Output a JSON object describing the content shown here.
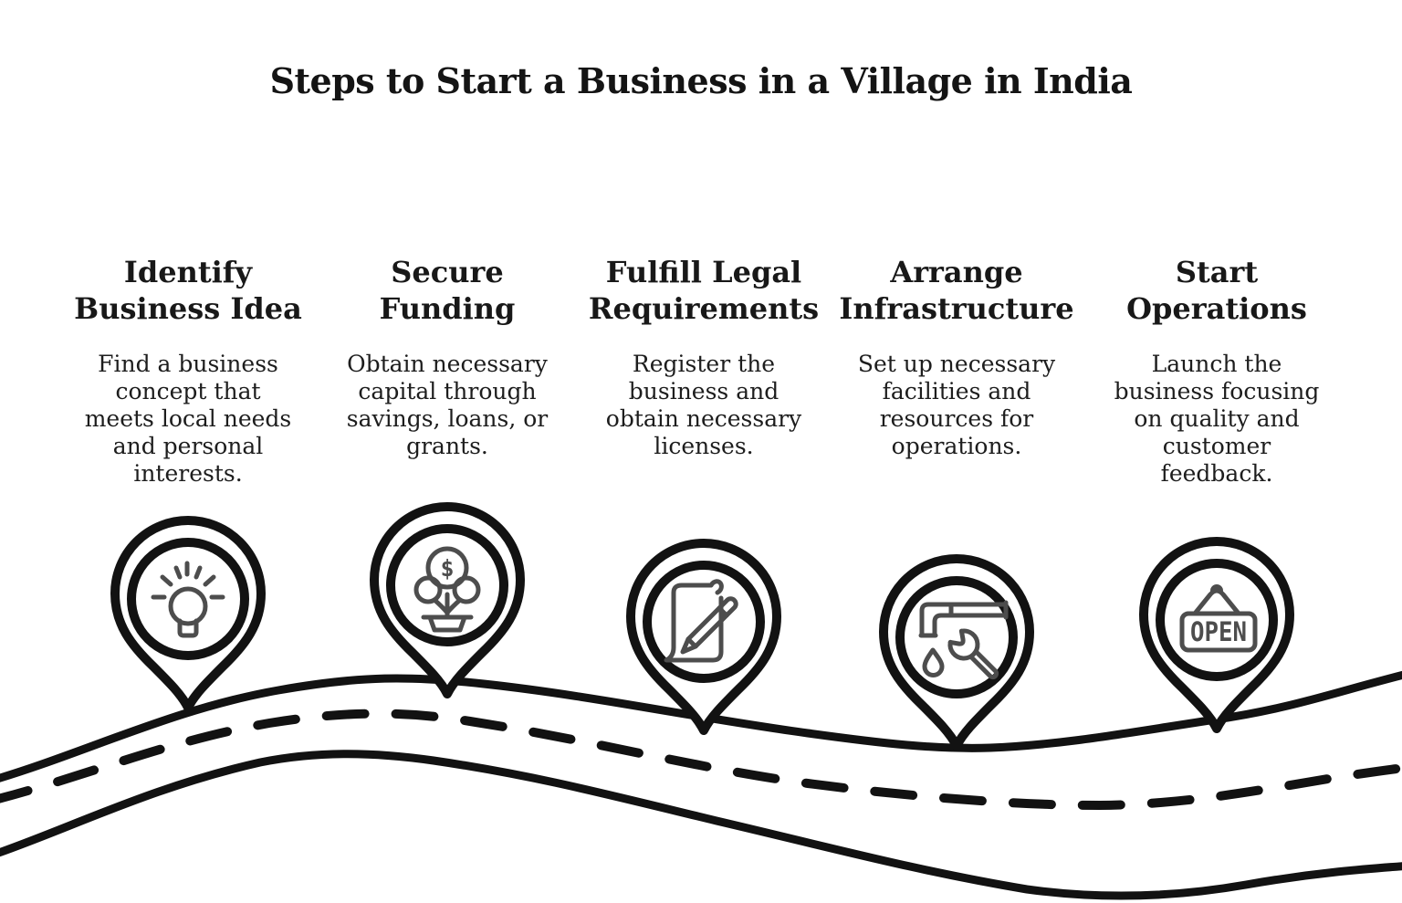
{
  "page": {
    "title": "Steps to Start a Business in a Village in India",
    "background_color": "#ffffff",
    "ink_color": "#121212",
    "icon_color": "#4d4d4d"
  },
  "steps": [
    {
      "title_lines": [
        "Identify",
        "Business Idea"
      ],
      "description_lines": [
        "Find a business",
        "concept that",
        "meets local needs",
        "and personal",
        "interests."
      ],
      "icon": "lightbulb-idea-icon"
    },
    {
      "title_lines": [
        "Secure",
        "Funding"
      ],
      "description_lines": [
        "Obtain necessary",
        "capital through",
        "savings, loans, or",
        "grants."
      ],
      "icon": "money-tree-icon"
    },
    {
      "title_lines": [
        "Fulfill Legal",
        "Requirements"
      ],
      "description_lines": [
        "Register the",
        "business and",
        "obtain necessary",
        "licenses."
      ],
      "icon": "document-pen-icon"
    },
    {
      "title_lines": [
        "Arrange",
        "Infrastructure"
      ],
      "description_lines": [
        "Set up necessary",
        "facilities and",
        "resources for",
        "operations."
      ],
      "icon": "pipe-wrench-icon"
    },
    {
      "title_lines": [
        "Start",
        "Operations"
      ],
      "description_lines": [
        "Launch the",
        "business focusing",
        "on quality and",
        "customer",
        "feedback."
      ],
      "icon": "open-sign-icon"
    }
  ],
  "icon_texts": {
    "money_tree_symbol": "$",
    "open_sign_label": "OPEN"
  }
}
